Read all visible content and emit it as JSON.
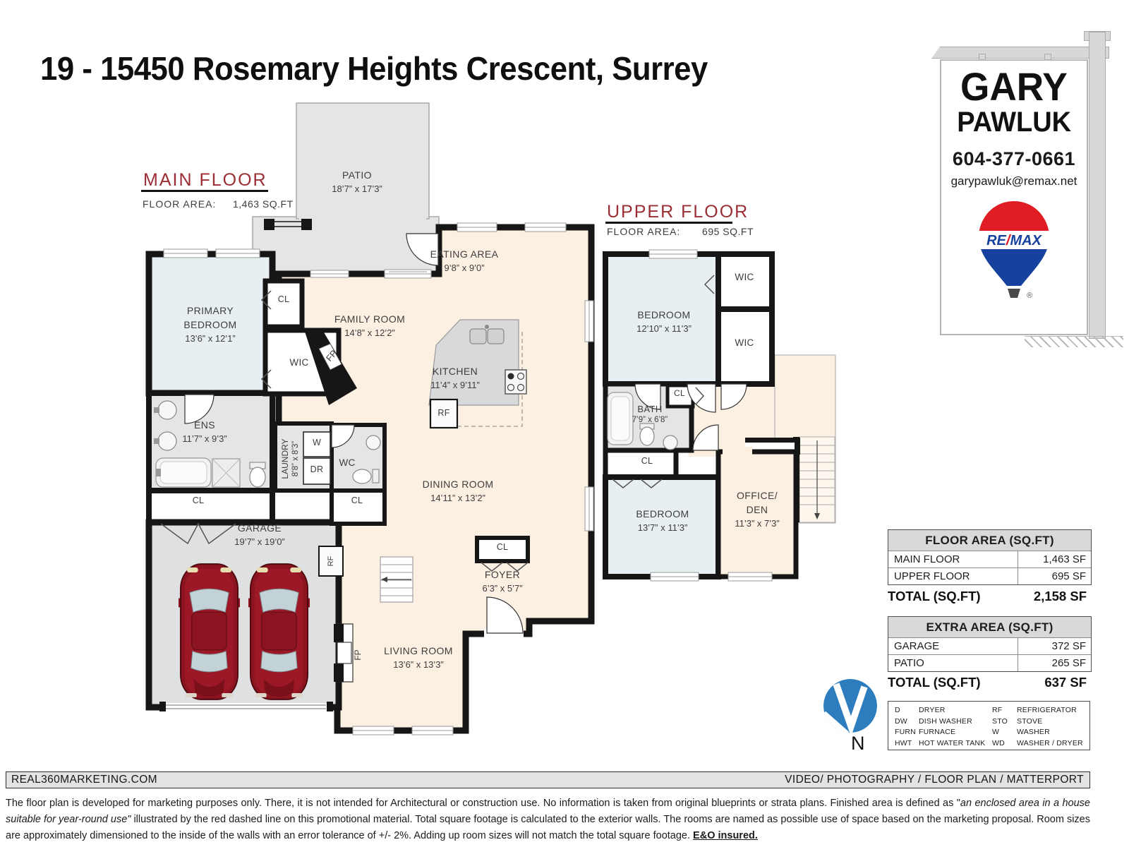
{
  "page": {
    "title": "19 - 15450 Rosemary Heights Crescent, Surrey"
  },
  "abbr": {
    "cl": "CL",
    "wic": "WIC",
    "fp": "FP",
    "rf": "RF",
    "w": "W",
    "dr": "DR"
  },
  "main_floor": {
    "heading": "MAIN FLOOR",
    "area_label": "FLOOR AREA:",
    "area_value": "1,463 SQ.FT",
    "rooms": {
      "patio": {
        "name": "PATIO",
        "dims": "18’7” x 17’3”"
      },
      "eating_area": {
        "name": "EATING AREA",
        "dims": "9’8” x 9’0”"
      },
      "family_room": {
        "name": "FAMILY ROOM",
        "dims": "14’8” x 12’2”"
      },
      "kitchen": {
        "name": "KITCHEN",
        "dims": "11’4” x 9’11”"
      },
      "primary_bedroom": {
        "name": "PRIMARY BEDROOM",
        "dims": "13’6” x 12’1”"
      },
      "ens": {
        "name": "ENS",
        "dims": "11’7” x 9’3”"
      },
      "laundry": {
        "name": "LAUNDRY",
        "dims": "8’8” x 8’3”"
      },
      "wc": {
        "name": "WC"
      },
      "dining_room": {
        "name": "DINING ROOM",
        "dims": "14’11” x 13’2”"
      },
      "garage": {
        "name": "GARAGE",
        "dims": "19’7” x 19’0”"
      },
      "foyer": {
        "name": "FOYER",
        "dims": "6’3” x 5’7”"
      },
      "living_room": {
        "name": "LIVING ROOM",
        "dims": "13’6” x 13’3”"
      }
    }
  },
  "upper_floor": {
    "heading": "UPPER FLOOR",
    "area_label": "FLOOR AREA:",
    "area_value": "695 SQ.FT",
    "rooms": {
      "bedroom1": {
        "name": "BEDROOM",
        "dims": "12’10” x 11’3”"
      },
      "bedroom2": {
        "name": "BEDROOM",
        "dims": "13’7” x 11’3”"
      },
      "bath": {
        "name": "BATH",
        "dims": "7’9” x 6’8”"
      },
      "office_den": {
        "name1": "OFFICE/",
        "name2": "DEN",
        "dims": "11’3” x 7’3”"
      }
    }
  },
  "sign": {
    "name_line1": "GARY",
    "name_line2": "PAWLUK",
    "phone": "604-377-0661",
    "email": "garypawluk@remax.net",
    "brand_re": "RE",
    "brand_slash": "/",
    "brand_max": "MAX",
    "registered": "®"
  },
  "compass": {
    "label": "N"
  },
  "tables": {
    "floor_area": {
      "header": "FLOOR AREA (SQ.FT)",
      "rows": [
        {
          "label": "MAIN FLOOR",
          "value": "1,463 SF"
        },
        {
          "label": "UPPER FLOOR",
          "value": "695 SF"
        }
      ],
      "total_label": "TOTAL (SQ.FT)",
      "total_value": "2,158 SF"
    },
    "extra_area": {
      "header": "EXTRA AREA (SQ.FT)",
      "rows": [
        {
          "label": "GARAGE",
          "value": "372 SF"
        },
        {
          "label": "PATIO",
          "value": "265 SF"
        }
      ],
      "total_label": "TOTAL (SQ.FT)",
      "total_value": "637 SF"
    }
  },
  "legend": {
    "rows": [
      {
        "a1": "D",
        "n1": "DRYER",
        "a2": "RF",
        "n2": "REFRIGERATOR"
      },
      {
        "a1": "DW",
        "n1": "DISH WASHER",
        "a2": "STO",
        "n2": "STOVE"
      },
      {
        "a1": "FURN",
        "n1": "FURNACE",
        "a2": "W",
        "n2": "WASHER"
      },
      {
        "a1": "HWT",
        "n1": "HOT WATER TANK",
        "a2": "WD",
        "n2": "WASHER / DRYER"
      }
    ]
  },
  "footer": {
    "left": "REAL360MARKETING.COM",
    "right": "VIDEO/ PHOTOGRAPHY / FLOOR PLAN / MATTERPORT"
  },
  "disclaimer": {
    "p1": "The floor plan is developed for marketing purposes only. There, it is not intended for Architectural or construction use. No information is  taken from original blueprints or strata plans. Finished area is defined as  \"",
    "italic": "an enclosed area in a house suitable for year-round use\"",
    "p2": " illustrated by the red dashed line on this promotional material. Total square footage is calculated to the exterior walls. The rooms are named as possible use of space based on the marketing proposal. Room sizes are approximately dimensioned to the inside of the walls with an error tolerance of +/- 2%. Adding up room sizes will not match the total square footage. ",
    "bold": "E&O insured."
  },
  "colors": {
    "heading_red": "#9b2d35",
    "wall": "#161616",
    "cream": "#fcf0e3",
    "bedroom_blue": "#e8eff2",
    "room_gray": "#e4e5e7",
    "counter_gray": "#d8d9da",
    "remax_red": "#e01c24",
    "remax_blue": "#16419e",
    "compass_blue": "#2d7dbe",
    "car_red": "#8c1420"
  }
}
